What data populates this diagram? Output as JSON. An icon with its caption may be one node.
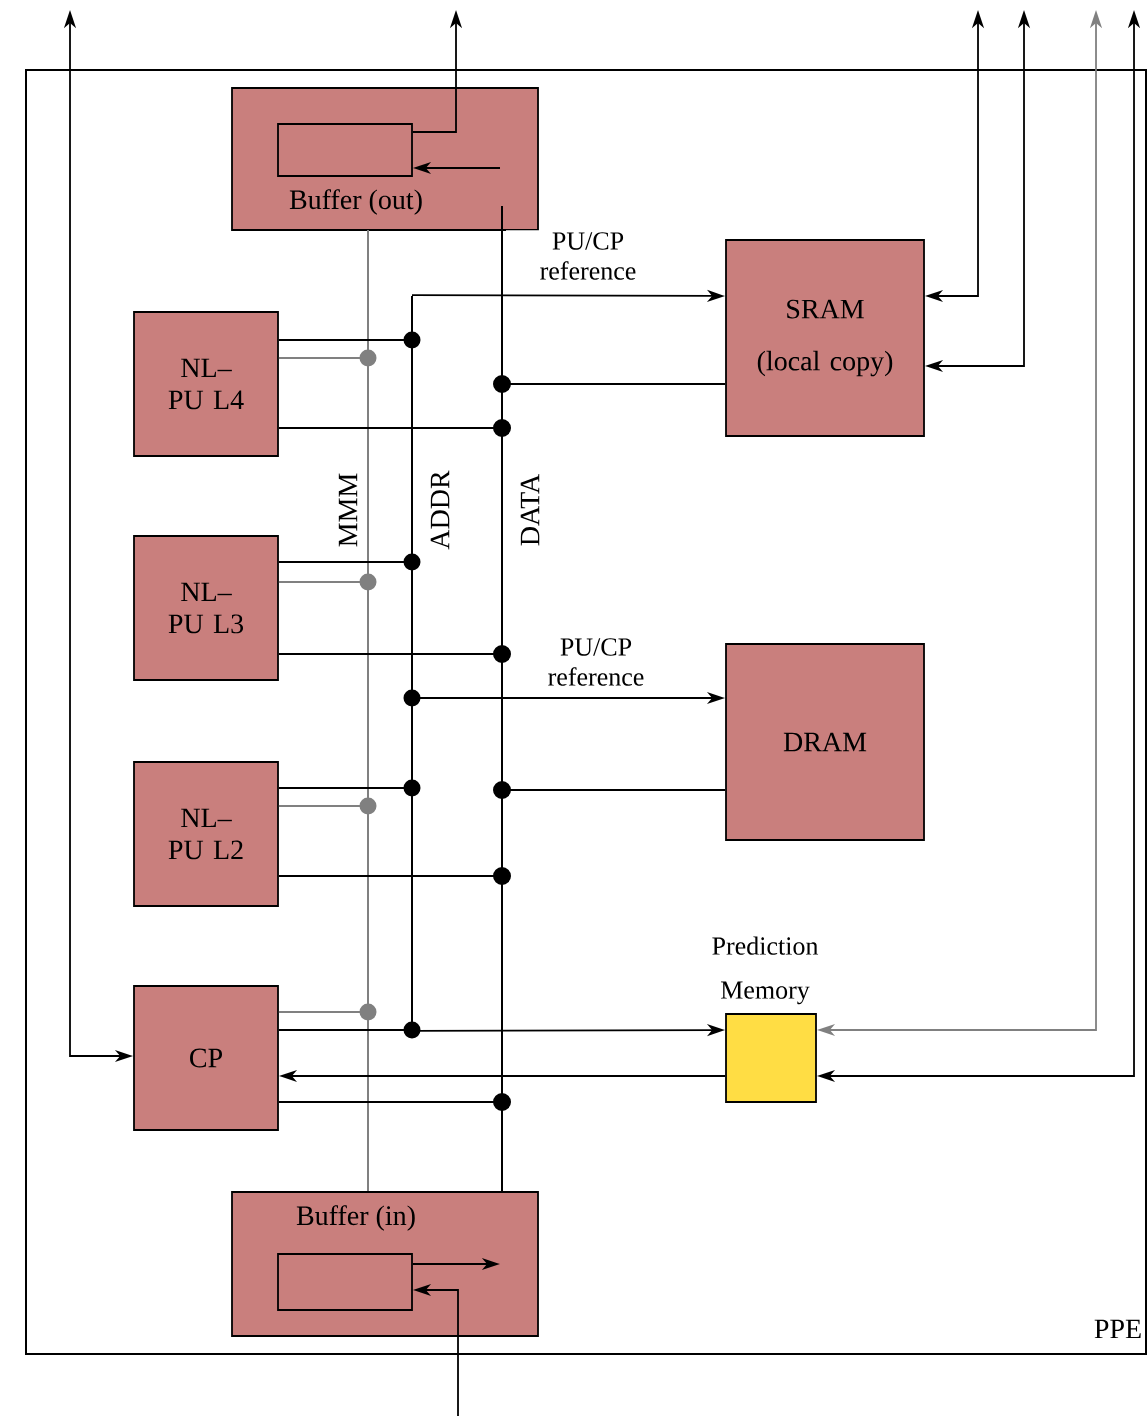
{
  "diagram": {
    "nodes": [
      {
        "text": [
          "PPE"
        ]
      },
      {
        "text": [
          "Buffer (out)"
        ],
        "in": 0
      },
      {
        "text": [],
        "shape": "box",
        "in": 1
      },
      {
        "text": [
          "NL– PU L4"
        ],
        "in": 0
      },
      {
        "text": [
          "SRAM",
          "(local copy)"
        ],
        "in": 0
      },
      {
        "text": [],
        "shape": "bar",
        "beside": [
          "MMM"
        ],
        "in": 0
      },
      {
        "text": [],
        "shape": "bar",
        "beside": [
          "ADDR"
        ],
        "in": 0
      },
      {
        "text": [],
        "shape": "bar",
        "beside": [
          "DATA"
        ],
        "in": 0
      },
      {
        "text": [
          "NL– PU L3"
        ],
        "in": 0
      },
      {
        "text": [
          "DRAM"
        ],
        "in": 0
      },
      {
        "text": [
          "NL– PU L2"
        ],
        "in": 0
      },
      {
        "text": [
          "Prediction Memory"
        ],
        "in": 0
      },
      {
        "text": [
          "CP"
        ],
        "in": 0
      },
      {
        "text": [
          "Buffer (in)"
        ],
        "in": 0
      },
      {
        "text": [],
        "shape": "box",
        "in": 13
      }
    ],
    "edges": [
      {
        "from": null,
        "to": 12,
        "arrow": "both"
      },
      {
        "from": 2,
        "to": null,
        "arrow": "to"
      },
      {
        "from": null,
        "to": 2,
        "arrow": "to"
      },
      {
        "from": 3,
        "to": 6,
        "arrow": "other"
      },
      {
        "from": 3,
        "to": 5,
        "arrow": "other",
        "color": "#808080"
      },
      {
        "from": 3,
        "to": 7,
        "arrow": "other"
      },
      {
        "from": 6,
        "to": 4,
        "arrow": "to",
        "label": "PU/CP reference"
      },
      {
        "from": null,
        "to": 4,
        "arrow": "both"
      },
      {
        "from": null,
        "to": 4,
        "arrow": "both"
      },
      {
        "from": 4,
        "to": 7,
        "arrow": "other"
      },
      {
        "from": 8,
        "to": 6,
        "arrow": "other"
      },
      {
        "from": 8,
        "to": 5,
        "arrow": "other",
        "color": "#808080"
      },
      {
        "from": 8,
        "to": 7,
        "arrow": "other"
      },
      {
        "from": 6,
        "to": 9,
        "arrow": "to",
        "label": "PU/CP reference"
      },
      {
        "from": 9,
        "to": 7,
        "arrow": "other"
      },
      {
        "from": 10,
        "to": 6,
        "arrow": "other"
      },
      {
        "from": 10,
        "to": 5,
        "arrow": "other",
        "color": "#808080"
      },
      {
        "from": 10,
        "to": 7,
        "arrow": "other"
      },
      {
        "from": 12,
        "to": 5,
        "arrow": "other",
        "color": "#808080"
      },
      {
        "from": 12,
        "to": 6,
        "arrow": "other"
      },
      {
        "from": 6,
        "to": 11,
        "arrow": "to"
      },
      {
        "from": 12,
        "to": 7,
        "arrow": "other"
      },
      {
        "from": null,
        "to": 11,
        "arrow": "both",
        "color": "#808080"
      },
      {
        "from": null,
        "to": 11,
        "arrow": "both"
      },
      {
        "from": 11,
        "to": 12,
        "arrow": "to"
      },
      {
        "from": 14,
        "to": null,
        "arrow": "to"
      },
      {
        "from": null,
        "to": 14,
        "arrow": "to"
      }
    ]
  }
}
